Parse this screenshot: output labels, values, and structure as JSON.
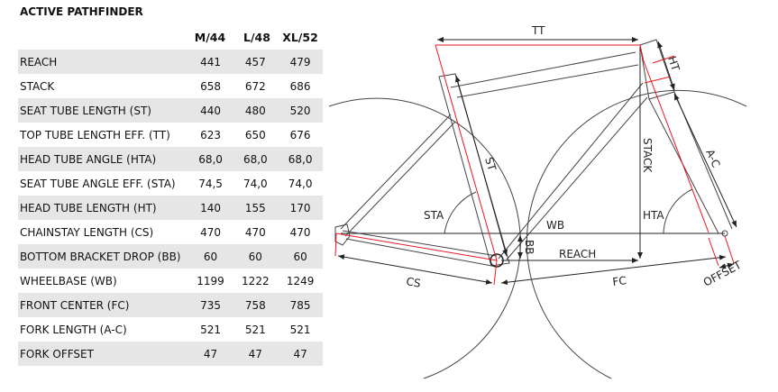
{
  "title": "ACTIVE PATHFINDER",
  "sizes": [
    "M/44",
    "L/48",
    "XL/52"
  ],
  "rows": [
    {
      "label": "REACH",
      "values": [
        "441",
        "457",
        "479"
      ]
    },
    {
      "label": "STACK",
      "values": [
        "658",
        "672",
        "686"
      ]
    },
    {
      "label": "SEAT TUBE LENGTH (ST)",
      "values": [
        "440",
        "480",
        "520"
      ]
    },
    {
      "label": "TOP TUBE LENGTH EFF. (TT)",
      "values": [
        "623",
        "650",
        "676"
      ]
    },
    {
      "label": "HEAD TUBE ANGLE (HTA)",
      "values": [
        "68,0",
        "68,0",
        "68,0"
      ]
    },
    {
      "label": "SEAT TUBE ANGLE EFF. (STA)",
      "values": [
        "74,5",
        "74,0",
        "74,0"
      ]
    },
    {
      "label": "HEAD TUBE LENGTH (HT)",
      "values": [
        "140",
        "155",
        "170"
      ]
    },
    {
      "label": "CHAINSTAY LENGTH (CS)",
      "values": [
        "470",
        "470",
        "470"
      ]
    },
    {
      "label": "BOTTOM BRACKET DROP (BB)",
      "values": [
        "60",
        "60",
        "60"
      ]
    },
    {
      "label": "WHEELBASE (WB)",
      "values": [
        "1199",
        "1222",
        "1249"
      ]
    },
    {
      "label": "FRONT CENTER (FC)",
      "values": [
        "735",
        "758",
        "785"
      ]
    },
    {
      "label": "FORK LENGTH (A-C)",
      "values": [
        "521",
        "521",
        "521"
      ]
    },
    {
      "label": "FORK OFFSET",
      "values": [
        "47",
        "47",
        "47"
      ]
    }
  ],
  "diagram_labels": {
    "tt": "TT",
    "ht": "HT",
    "st": "ST",
    "stack": "STACK",
    "ac": "A-C",
    "sta": "STA",
    "hta": "HTA",
    "wb": "WB",
    "bb": "BB",
    "reach": "REACH",
    "cs": "CS",
    "fc": "FC",
    "offset": "OFFSET"
  },
  "colors": {
    "line": "#333333",
    "accent": "#e8191f",
    "row": "#e6e6e6"
  }
}
